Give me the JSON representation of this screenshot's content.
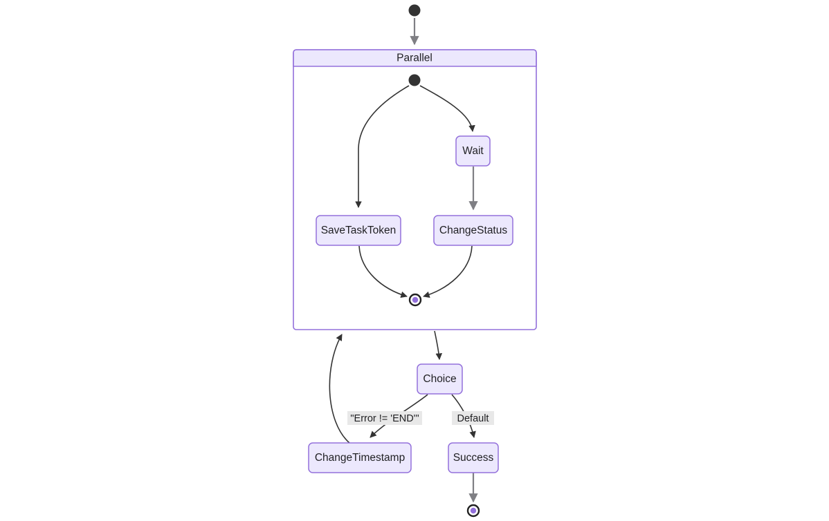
{
  "diagram": {
    "type": "state-diagram",
    "title": "Parallel",
    "colors": {
      "node_fill": "#ECE8FD",
      "node_stroke": "#9370DB",
      "edge_stroke": "#333333",
      "label_bg": "#E8E8E8",
      "start_dot": "#333333",
      "end_inner": "#9370DB",
      "canvas": "#ffffff"
    },
    "cluster": {
      "label": "Parallel",
      "name": "parallel-cluster"
    },
    "states": [
      {
        "id": "wait",
        "label": "Wait"
      },
      {
        "id": "save-task-token",
        "label": "SaveTaskToken"
      },
      {
        "id": "change-status",
        "label": "ChangeStatus"
      },
      {
        "id": "choice",
        "label": "Choice"
      },
      {
        "id": "change-timestamp",
        "label": "ChangeTimestamp"
      },
      {
        "id": "success",
        "label": "Success"
      }
    ],
    "markers": [
      {
        "id": "start-outer",
        "kind": "start"
      },
      {
        "id": "start-inner",
        "kind": "start"
      },
      {
        "id": "end-inner",
        "kind": "end"
      },
      {
        "id": "end-final",
        "kind": "end"
      }
    ],
    "edge_labels": [
      {
        "id": "error-not-end",
        "text": "\"Error != 'END'\""
      },
      {
        "id": "default",
        "text": "Default"
      }
    ]
  }
}
